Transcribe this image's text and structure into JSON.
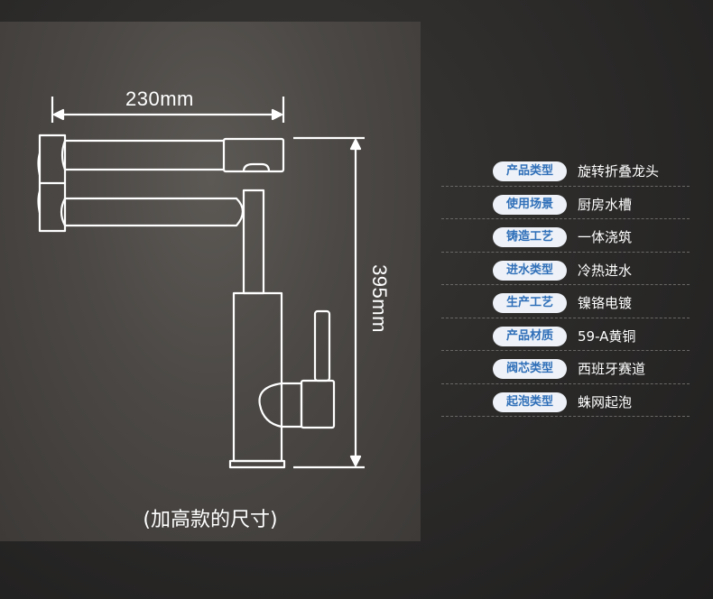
{
  "drawing": {
    "width_label": "230mm",
    "height_label": "395mm"
  },
  "caption": "(加高款的尺寸)",
  "specs": [
    {
      "label": "产品类型",
      "value": "旋转折叠龙头"
    },
    {
      "label": "使用场景",
      "value": "厨房水槽"
    },
    {
      "label": "铸造工艺",
      "value": "一体浇筑"
    },
    {
      "label": "进水类型",
      "value": "冷热进水"
    },
    {
      "label": "生产工艺",
      "value": "镍铬电镀"
    },
    {
      "label": "产品材质",
      "value": "59-A黄铜"
    },
    {
      "label": "阀芯类型",
      "value": "西班牙赛道"
    },
    {
      "label": "起泡类型",
      "value": "蛛网起泡"
    }
  ],
  "colors": {
    "label_text": "#2f6fb8",
    "label_bg": "#eef2f8",
    "line": "#ffffff"
  }
}
